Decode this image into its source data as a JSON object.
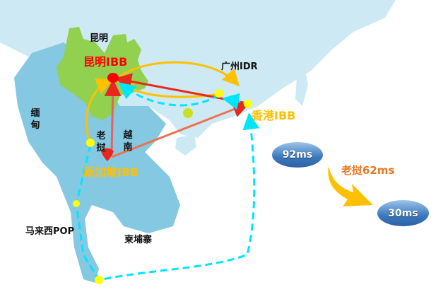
{
  "map": {
    "labels": {
      "kunming": "昆明",
      "myanmar": "缅甸",
      "laos": "老挝",
      "vietnam": "越南",
      "malaysia_pop": "马来西POP",
      "cambodia": "柬埔寨",
      "guangzhou_idr": "广州IDR"
    },
    "nodes": {
      "kunming_ibb": "昆明IBB",
      "hongkong_ibb": "香港IBB",
      "singapore_ibb": "新加坡IBB"
    },
    "colors": {
      "sea": "#cde9f3",
      "peninsula": "#84c8e2",
      "yunnan": "#92d050",
      "route_orange": "#ffc000",
      "route_cyan": "#00e5ff",
      "route_red": "#e8281f"
    }
  },
  "latency": {
    "before": "92ms",
    "saving": "老挝62ms",
    "after": "30ms"
  }
}
